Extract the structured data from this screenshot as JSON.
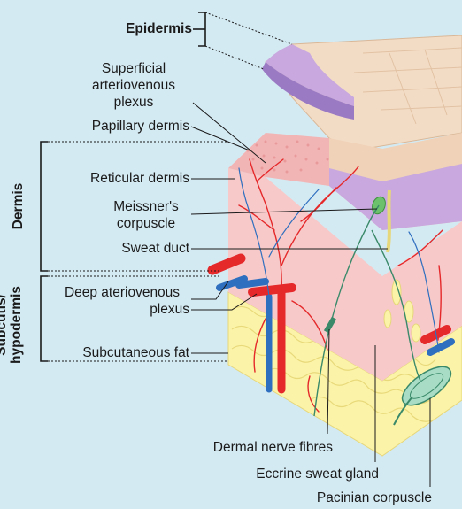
{
  "labels": {
    "epidermis": "Epidermis",
    "superficial_plexus": [
      "Superficial",
      "arteriovenous",
      "plexus"
    ],
    "papillary_dermis": "Papillary dermis",
    "reticular_dermis": "Reticular dermis",
    "meissners": [
      "Meissner's",
      "corpuscle"
    ],
    "sweat_duct": "Sweat duct",
    "deep_plexus": [
      "Deep ateriovenous",
      "plexus"
    ],
    "subcutaneous_fat": "Subcutaneous fat",
    "dermal_nerve": "Dermal nerve fibres",
    "eccrine_gland": "Eccrine sweat gland",
    "pacinian": "Pacinian corpuscle",
    "dermis_side": "Dermis",
    "subcutis_side": [
      "Subcutis/",
      "hypodermis"
    ]
  },
  "colors": {
    "background": "#d4eaf3",
    "epidermis_top": "#f3dcc6",
    "stratum_purple": "#c8a8de",
    "dermis_pink": "#f7c9c9",
    "fat_yellow": "#fbf3a8",
    "artery_red": "#e5282a",
    "vein_blue": "#2f6fbf",
    "nerve_green": "#3a8a6a"
  }
}
